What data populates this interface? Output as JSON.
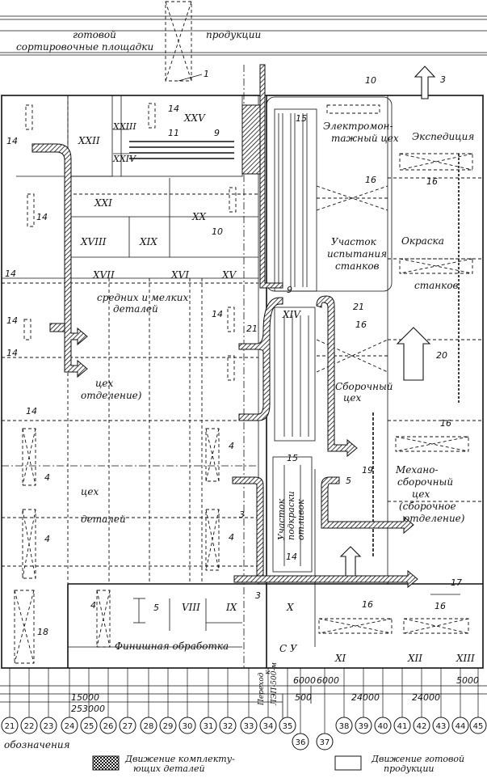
{
  "plan": {
    "top_label_left": "готовой",
    "top_label_right": "продукции",
    "top_label_second": "сортировочные  площадки",
    "zones": {
      "electro": [
        "Электромон-",
        "тажный цех"
      ],
      "expedition": "Экспедиция",
      "testing": [
        "Участок",
        "испытания",
        "станков"
      ],
      "painting_1": "Окраска",
      "painting_2": "станков",
      "small_parts": [
        "средних  и  мелких",
        "деталей"
      ],
      "shop_section": [
        "цех",
        "отделение)"
      ],
      "assembly_shop": [
        "Сборочный",
        "цех"
      ],
      "parts_shop": [
        "цех",
        "деталей"
      ],
      "priming": [
        "Участок",
        "подкраски",
        "отливок"
      ],
      "mech_assembly": [
        "Механо-",
        "сборочный",
        "цех",
        "(сборочное",
        "отделение)"
      ],
      "finishing": "Финишная обработка",
      "su": "С У",
      "transition": [
        "Переход",
        "к",
        "ЛЭП-500-м"
      ]
    },
    "roman": [
      "XXV",
      "XXIII",
      "XXIV",
      "XXII",
      "XXI",
      "XX",
      "XVIII",
      "XIX",
      "XVII",
      "XVI",
      "XV",
      "XIV",
      "VIII",
      "IX",
      "X",
      "XI",
      "XII",
      "XIII"
    ],
    "numbers": [
      "1",
      "3",
      "10",
      "14",
      "15",
      "9",
      "11",
      "16",
      "20",
      "21",
      "4",
      "5",
      "19",
      "17",
      "18"
    ],
    "dims": [
      "6000",
      "6000",
      "500",
      "15000",
      "253000",
      "24000",
      "24000",
      "5000"
    ],
    "axes": [
      "21",
      "22",
      "23",
      "24",
      "25",
      "26",
      "27",
      "28",
      "29",
      "30",
      "31",
      "32",
      "33",
      "34",
      "35",
      "36",
      "37",
      "38",
      "39",
      "40",
      "41",
      "42",
      "43",
      "44",
      "45"
    ],
    "legend": {
      "title": "обозначения",
      "components_1": "Движение комплекту-",
      "components_2": "ющих деталей",
      "products_1": "Движение готовой",
      "products_2": "продукции"
    }
  }
}
